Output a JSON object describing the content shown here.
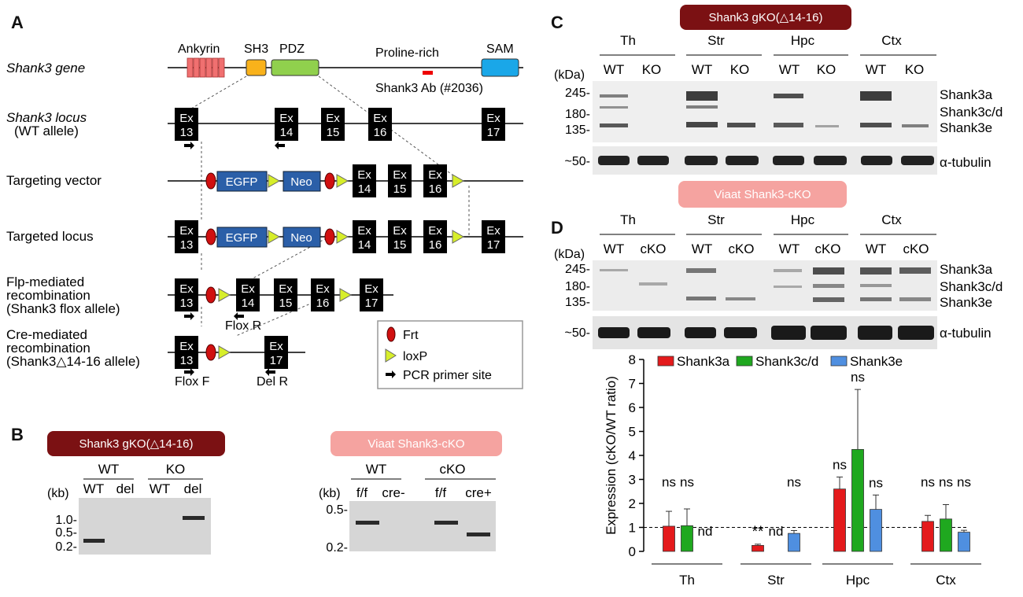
{
  "panels": {
    "A": "A",
    "B": "B",
    "C": "C",
    "D": "D"
  },
  "panelA": {
    "rows": [
      "Shank3 gene",
      "Shank3 locus",
      "(WT allele)",
      "Targeting vector",
      "Targeted locus",
      "Flp-mediated",
      "recombination",
      "(Shank3 flox allele)",
      "Cre-mediated",
      "recombination",
      "(Shank3△14-16 allele)"
    ],
    "domains": [
      "Ankyrin",
      "SH3",
      "PDZ",
      "Proline-rich",
      "SAM"
    ],
    "antibody": "Shank3 Ab (#2036)",
    "exon_prefix": "Ex",
    "cassettes": [
      "EGFP",
      "Neo"
    ],
    "primers": [
      "Flox R",
      "Flox F",
      "Del R"
    ],
    "legend": [
      "Frt",
      "loxP",
      "PCR primer site"
    ]
  },
  "panelB": {
    "gko_title": "Shank3 gKO(△14-16)",
    "cko_title": "Viaat Shank3-cKO",
    "gko_groups": [
      "WT",
      "KO"
    ],
    "gko_lanes": [
      "WT",
      "del",
      "WT",
      "del"
    ],
    "gko_unit": "(kb)",
    "gko_markers": [
      "1.0-",
      "0.5-",
      "0.2-"
    ],
    "cko_groups": [
      "WT",
      "cKO"
    ],
    "cko_lanes": [
      "f/f",
      "cre-",
      "f/f",
      "cre+"
    ],
    "cko_unit": "(kb)",
    "cko_markers": [
      "0.5-",
      "0.2-"
    ]
  },
  "panelC": {
    "title": "Shank3 gKO(△14-16)",
    "regions": [
      "Th",
      "Str",
      "Hpc",
      "Ctx"
    ],
    "genotypes": [
      "WT",
      "KO"
    ],
    "unit": "(kDa)",
    "markers": [
      "245-",
      "180-",
      "135-"
    ],
    "tubulin_marker": "~50-",
    "bands": [
      "Shank3a",
      "Shank3c/d",
      "Shank3e"
    ],
    "tubulin": "α-tubulin"
  },
  "panelD": {
    "title": "Viaat Shank3-cKO",
    "regions": [
      "Th",
      "Str",
      "Hpc",
      "Ctx"
    ],
    "genotypes": [
      "WT",
      "cKO"
    ],
    "unit": "(kDa)",
    "markers": [
      "245-",
      "180-",
      "135-"
    ],
    "tubulin_marker": "~50-",
    "bands": [
      "Shank3a",
      "Shank3c/d",
      "Shank3e"
    ],
    "tubulin": "α-tubulin"
  },
  "chart_data": {
    "type": "bar",
    "categories": [
      "Th",
      "Str",
      "Hpc",
      "Ctx"
    ],
    "series": [
      {
        "name": "Shank3a",
        "color": "#e41a1c",
        "values": [
          1.05,
          0.25,
          2.6,
          1.25
        ],
        "errors": [
          0.62,
          0.05,
          0.5,
          0.25
        ]
      },
      {
        "name": "Shank3c/d",
        "color": "#1fa81f",
        "values": [
          1.07,
          null,
          4.25,
          1.35
        ],
        "errors": [
          0.7,
          null,
          2.5,
          0.6
        ]
      },
      {
        "name": "Shank3e",
        "color": "#4f8fe0",
        "values": [
          null,
          0.75,
          1.75,
          0.8
        ],
        "errors": [
          null,
          0.12,
          0.6,
          0.08
        ]
      }
    ],
    "annotations": [
      [
        "ns",
        "ns",
        "nd"
      ],
      [
        "**",
        "nd",
        "ns"
      ],
      [
        "ns",
        "ns",
        "ns"
      ],
      [
        "ns",
        "ns",
        "ns"
      ]
    ],
    "ylabel": "Expression (cKO/WT ratio)",
    "ylim": [
      0,
      8
    ],
    "yticks": [
      0,
      1,
      2,
      3,
      4,
      5,
      6,
      7,
      8
    ],
    "reference_line": 1
  }
}
